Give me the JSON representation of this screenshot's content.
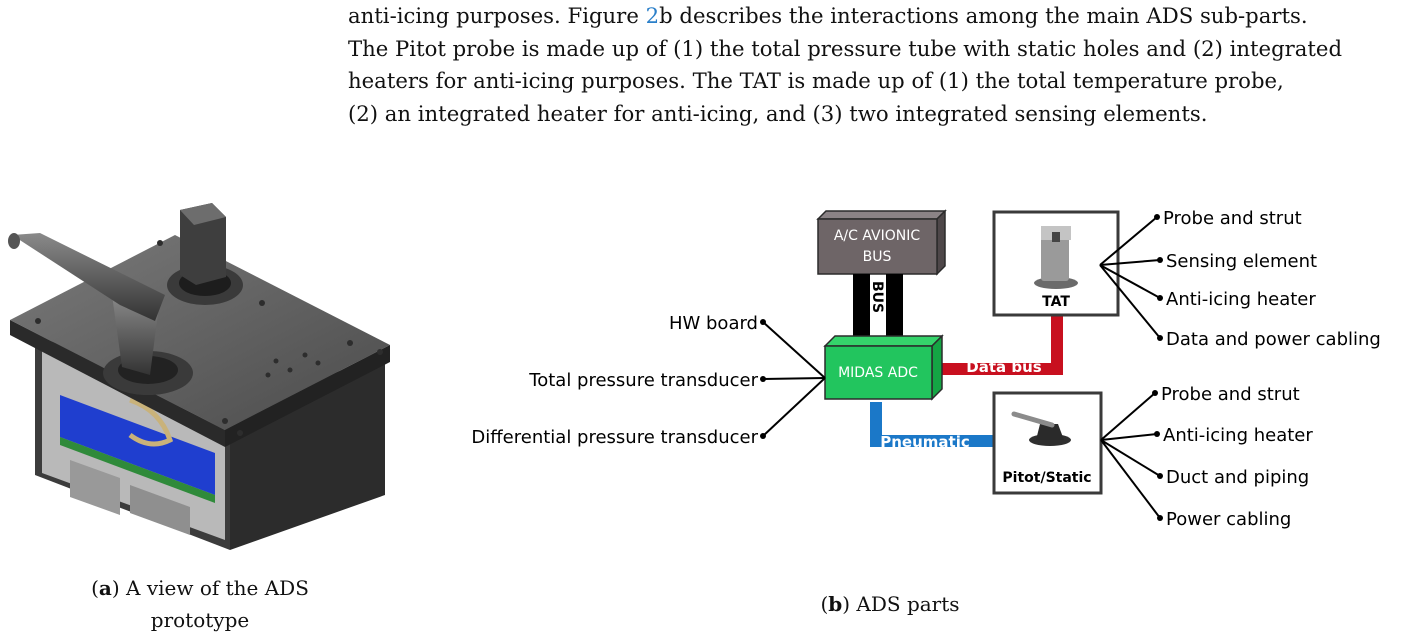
{
  "paragraph": {
    "line1_a": "anti-icing purposes. Figure ",
    "line1_ref": "2",
    "line1_b": "b describes the interactions among the main ADS sub-parts.",
    "line2": "The Pitot probe is made up of (1) the total pressure tube with static holes and (2) integrated",
    "line3": "heaters for anti-icing purposes. The TAT is made up of (1) the total temperature probe,",
    "line4": "(2) an integrated heater for anti-icing, and (3) two integrated sensing elements."
  },
  "figure_a": {
    "caption_label": "a",
    "caption_text_1": " A view of the ADS",
    "caption_text_2": "prototype"
  },
  "figure_b": {
    "caption_label": "b",
    "caption_text": " ADS parts",
    "avionic_bus": [
      "A/C AVIONIC",
      "BUS"
    ],
    "bus_label": "BUS",
    "adc_label": "MIDAS ADC",
    "data_bus_label": "Data bus",
    "pneumatic_label": "Pneumatic",
    "tat_label": "TAT",
    "pitot_label": "Pitot/Static",
    "left_items": [
      "HW board",
      "Total pressure transducer",
      "Differential pressure transducer"
    ],
    "tat_items": [
      "Probe and strut",
      "Sensing element",
      "Anti-icing heater",
      "Data and power cabling"
    ],
    "pitot_items": [
      "Probe and strut",
      "Anti-icing heater",
      "Duct and piping",
      "Power cabling"
    ],
    "colors": {
      "adc": "#22c55e",
      "avionic": "#6e6567",
      "data_bus": "#c8101f",
      "pneumatic": "#1b78c8"
    }
  }
}
